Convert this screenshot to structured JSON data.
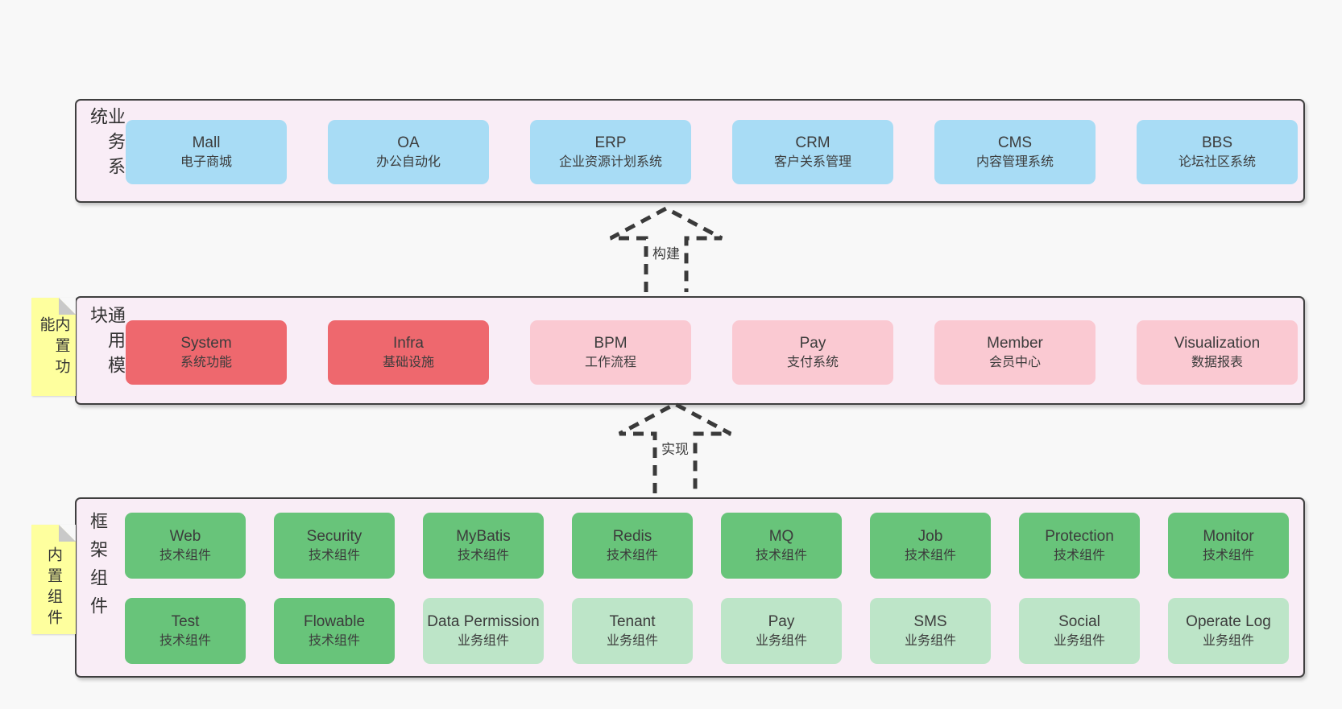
{
  "colors": {
    "page_bg": "#f8f8f8",
    "panel_bg": "#f9edf6",
    "panel_border": "#3f3f3f",
    "card_blue": "#a8dcf5",
    "card_red": "#ee686e",
    "card_pink": "#fac9d2",
    "card_green": "#68c47a",
    "card_green_light": "#bde5c8",
    "note_yellow": "#feff9e",
    "note_fold_gray": "#c9c9c9",
    "text": "#3c3c3c",
    "arrow_stroke": "#3a3a3a"
  },
  "arrows": [
    {
      "label": "构建"
    },
    {
      "label": "实现"
    }
  ],
  "sections": [
    {
      "label": "业务系统",
      "rows": [
        [
          {
            "en": "Mall",
            "zh": "电子商城",
            "variant": "blue"
          },
          {
            "en": "OA",
            "zh": "办公自动化",
            "variant": "blue"
          },
          {
            "en": "ERP",
            "zh": "企业资源计划系统",
            "variant": "blue"
          },
          {
            "en": "CRM",
            "zh": "客户关系管理",
            "variant": "blue"
          },
          {
            "en": "CMS",
            "zh": "内容管理系统",
            "variant": "blue"
          },
          {
            "en": "BBS",
            "zh": "论坛社区系统",
            "variant": "blue"
          }
        ]
      ]
    },
    {
      "label": "通用模块",
      "note": "内置功能",
      "rows": [
        [
          {
            "en": "System",
            "zh": "系统功能",
            "variant": "red"
          },
          {
            "en": "Infra",
            "zh": "基础设施",
            "variant": "red"
          },
          {
            "en": "BPM",
            "zh": "工作流程",
            "variant": "pink"
          },
          {
            "en": "Pay",
            "zh": "支付系统",
            "variant": "pink"
          },
          {
            "en": "Member",
            "zh": "会员中心",
            "variant": "pink"
          },
          {
            "en": "Visualization",
            "zh": "数据报表",
            "variant": "pink"
          }
        ]
      ]
    },
    {
      "label": "框架组件",
      "note": "内置组件",
      "rows": [
        [
          {
            "en": "Web",
            "zh": "技术组件",
            "variant": "green"
          },
          {
            "en": "Security",
            "zh": "技术组件",
            "variant": "green"
          },
          {
            "en": "MyBatis",
            "zh": "技术组件",
            "variant": "green"
          },
          {
            "en": "Redis",
            "zh": "技术组件",
            "variant": "green"
          },
          {
            "en": "MQ",
            "zh": "技术组件",
            "variant": "green"
          },
          {
            "en": "Job",
            "zh": "技术组件",
            "variant": "green"
          },
          {
            "en": "Protection",
            "zh": "技术组件",
            "variant": "green"
          },
          {
            "en": "Monitor",
            "zh": "技术组件",
            "variant": "green"
          }
        ],
        [
          {
            "en": "Test",
            "zh": "技术组件",
            "variant": "green"
          },
          {
            "en": "Flowable",
            "zh": "技术组件",
            "variant": "green"
          },
          {
            "en": "Data Permission",
            "zh": "业务组件",
            "variant": "green-light"
          },
          {
            "en": "Tenant",
            "zh": "业务组件",
            "variant": "green-light"
          },
          {
            "en": "Pay",
            "zh": "业务组件",
            "variant": "green-light"
          },
          {
            "en": "SMS",
            "zh": "业务组件",
            "variant": "green-light"
          },
          {
            "en": "Social",
            "zh": "业务组件",
            "variant": "green-light"
          },
          {
            "en": "Operate Log",
            "zh": "业务组件",
            "variant": "green-light"
          }
        ]
      ]
    }
  ]
}
